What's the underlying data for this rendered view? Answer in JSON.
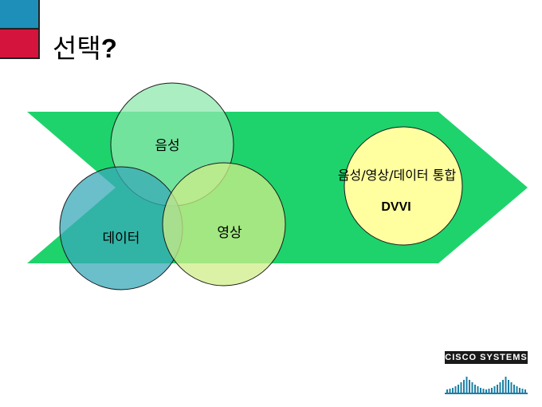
{
  "title": {
    "text": "선택",
    "mark": "?"
  },
  "diagram": {
    "arrow_color": "#1ed36b",
    "circles": [
      {
        "id": "voice",
        "label": "음성",
        "fill": "#8ee8ae",
        "opacity": 0.75
      },
      {
        "id": "data",
        "label": "데이터",
        "fill": "#38aab8",
        "opacity": 0.75
      },
      {
        "id": "video",
        "label": "영상",
        "fill": "#cfee88",
        "opacity": 0.75
      }
    ],
    "result": {
      "fill": "#ffffa0",
      "label": "음성/영상/데이터 통합",
      "name": "DVVI"
    }
  },
  "logo": {
    "text": "CISCO SYSTEMS",
    "color": "#1e7fa5"
  }
}
